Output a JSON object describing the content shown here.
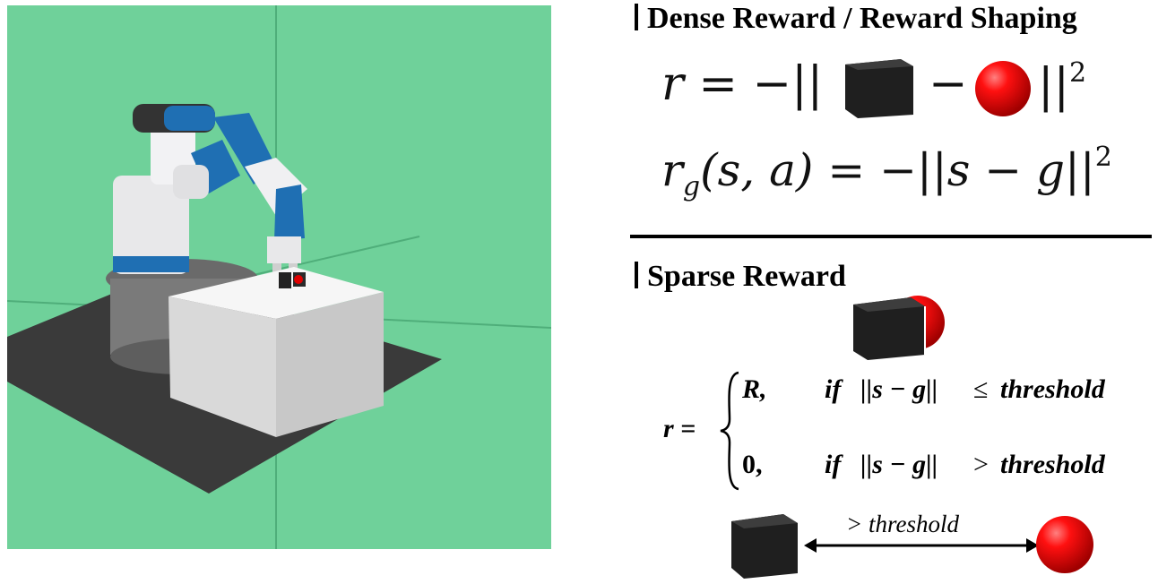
{
  "dense": {
    "title": "Dense Reward / Reward Shaping",
    "eq1": {
      "lhs": "r",
      "eq": "=",
      "neg_norm": "−||",
      "minus": "−",
      "close_norm": "||",
      "power": "2"
    },
    "eq2": {
      "r": "r",
      "sub": "g",
      "args": "(s, a)",
      "eq": "=",
      "rhs": "−||s − g||",
      "power": "2"
    }
  },
  "sparse": {
    "title": "Sparse Reward",
    "lhs": "r =",
    "case1": {
      "value": "R,",
      "cond_if": "if",
      "cond_norm": "||s − g||",
      "cond_op": "≤",
      "cond_word": "threshold"
    },
    "case2": {
      "value": "0,",
      "cond_if": "if",
      "cond_norm": "||s − g||",
      "cond_op": ">",
      "cond_word": "threshold"
    },
    "distance_label": "> threshold"
  },
  "colors": {
    "background_green": "#6fd19a",
    "cube": "#1f1f1f",
    "ball": "#e00000",
    "arm_blue": "#1f6fb3"
  },
  "icons": [
    "robot-arm-scene",
    "cube-icon",
    "ball-icon",
    "double-arrow-icon"
  ]
}
